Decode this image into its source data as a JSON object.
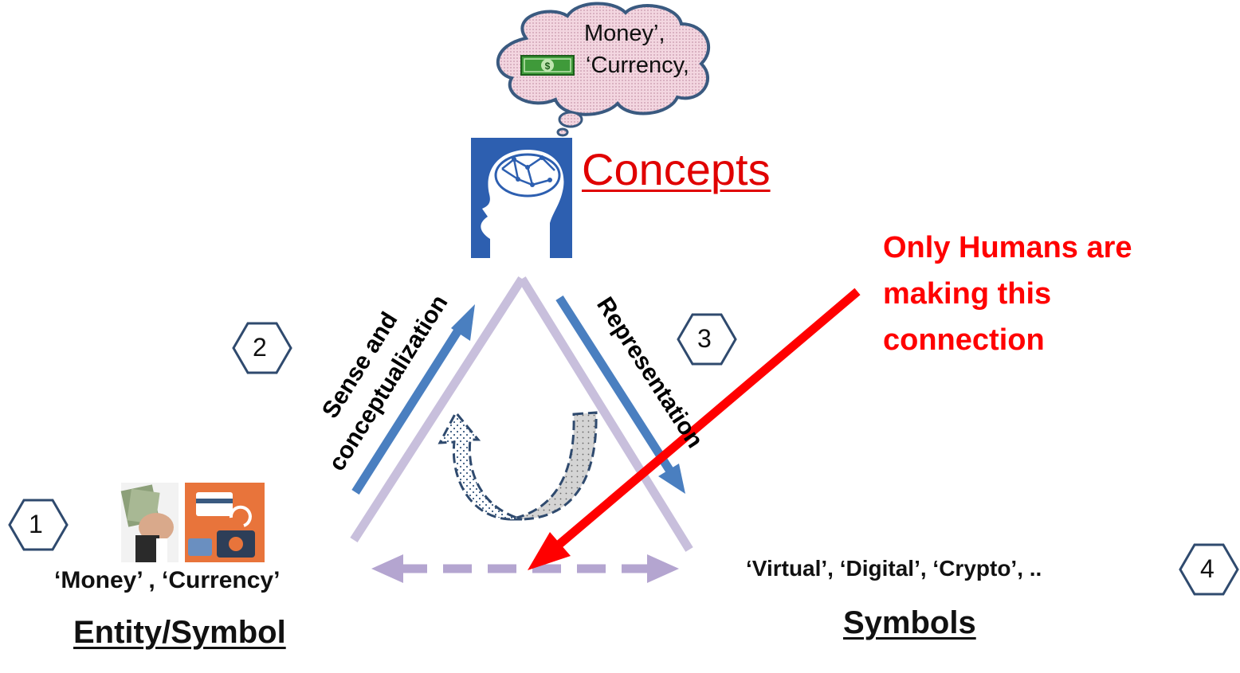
{
  "cloud": {
    "line1": "Money’,",
    "line2": "‘Currency,",
    "icon": "dollar-bill-icon"
  },
  "concepts_label": "Concepts",
  "brain_icon": "human-brain-icon",
  "callout": {
    "line1": "Only Humans are",
    "line2": "making this",
    "line3": "connection",
    "color": "#ff0000"
  },
  "edges": {
    "left": {
      "line1": "Sense and",
      "line2": "conceptualization"
    },
    "right": {
      "label": "Representation"
    }
  },
  "markers": {
    "m1": "1",
    "m2": "2",
    "m3": "3",
    "m4": "4"
  },
  "entity_images": [
    "money-in-hand-icon",
    "card-payment-exchange-icon"
  ],
  "entity_terms": "‘Money’ , ‘Currency’",
  "symbol_terms": "‘Virtual’, ‘Digital’, ‘Crypto’, ..",
  "entity_title": "Entity/Symbol",
  "symbols_title": "Symbols",
  "colors": {
    "triangle": "#c8bfdc",
    "blue_arrow": "#4a7fc0",
    "dashed_base": "#b4a5d0",
    "red_arrow": "#ff0000",
    "hexagon_stroke": "#2f4a6e",
    "concepts_text": "#e00000"
  }
}
